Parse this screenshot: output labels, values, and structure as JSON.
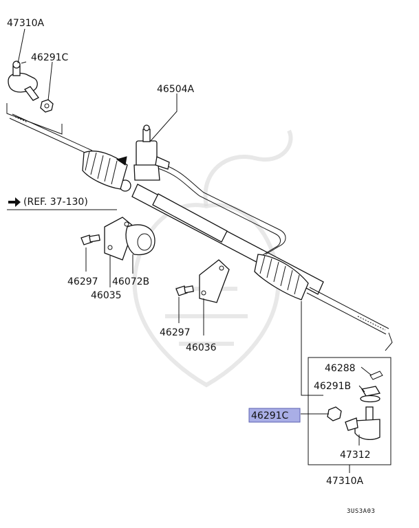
{
  "diagram": {
    "labels": {
      "tie_rod_end_top": "47310A",
      "nut_top": "46291C",
      "gear_assembly": "46504A",
      "reference": "(REF. 37-130)",
      "bolt_left": "46297",
      "bushing": "46072B",
      "clamp_left": "46035",
      "bolt_right": "46297",
      "clamp_right": "46036",
      "cotter_pin": "46288",
      "nut_castle": "46291B",
      "nut_highlighted": "46291C",
      "tie_rod_end_inner": "47312",
      "tie_rod_end_bottom": "47310A",
      "diagram_code": "3US3A03"
    },
    "highlight_color": "#a9aee6"
  }
}
